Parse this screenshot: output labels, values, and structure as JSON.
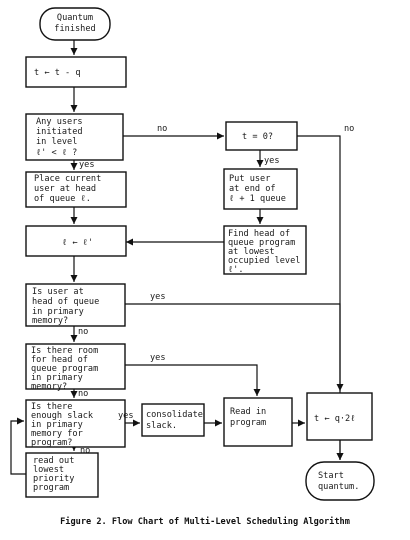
{
  "nodes": {
    "quantum_finished": [
      "Quantum",
      "finished"
    ],
    "t_minus_q": [
      "t ← t - q"
    ],
    "any_users": [
      "Any users",
      "initiated",
      "in level",
      "ℓ' < ℓ ?"
    ],
    "t_zero": [
      "t = 0?"
    ],
    "place_current": [
      "Place current",
      "user at head",
      "of queue ℓ."
    ],
    "put_user": [
      "Put user",
      "at end of",
      "ℓ + 1 queue"
    ],
    "l_assign": [
      "ℓ ← ℓ'"
    ],
    "find_head": [
      "Find head of",
      "queue program",
      "at lowest",
      "occupied level",
      "ℓ'."
    ],
    "is_user_head": [
      "Is user at",
      "head of queue",
      "in primary",
      "memory?"
    ],
    "is_room": [
      "Is there room",
      "for head of",
      "queue program",
      "in primary",
      "memory?"
    ],
    "enough_slack": [
      "Is there",
      "enough slack",
      "in primary",
      "memory for",
      "program?"
    ],
    "consolidate": [
      "consolidate",
      "slack."
    ],
    "read_in": [
      "Read in",
      "program"
    ],
    "t_q2": [
      "t ← q·2ℓ"
    ],
    "read_out": [
      "read out",
      "lowest",
      "priority",
      "program"
    ],
    "start_quantum": [
      "Start",
      "quantum."
    ]
  },
  "edge_labels": {
    "any_no": "no",
    "any_yes": "yes",
    "t0_no": "no",
    "t0_yes": "yes",
    "head_yes": "yes",
    "head_no": "no",
    "room_yes": "yes",
    "room_no": "no",
    "slack_yes": "yes",
    "slack_no": "no"
  },
  "caption": "Figure 2.  Flow Chart of Multi-Level Scheduling Algorithm"
}
